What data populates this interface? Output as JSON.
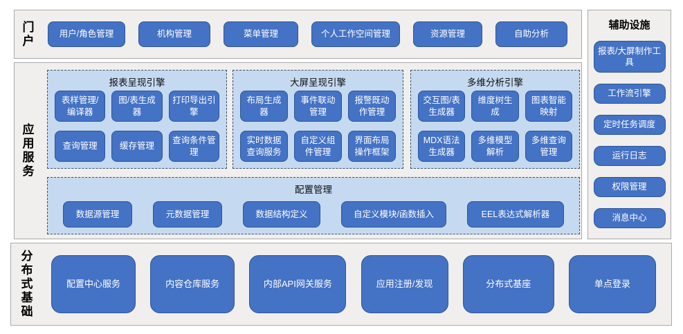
{
  "palette": {
    "button_blue": "#4472c4",
    "button_border": "#2f5597",
    "button_text": "#ffffff",
    "panel_light_blue": "#c5d9f1",
    "panel_dashed_border": "#3f4e66",
    "section_gray": "#f0efed",
    "section_border": "#a9a9a9",
    "label_text": "#000000"
  },
  "portal": {
    "label": "门户",
    "buttons": [
      "用户/角色管理",
      "机构管理",
      "菜单管理",
      "个人工作空间管理",
      "资源管理",
      "自助分析"
    ]
  },
  "app_services": {
    "label": "应用服务",
    "engines": [
      {
        "title": "报表呈现引擎",
        "buttons": [
          "表样管理/编译器",
          "图/表生成器",
          "打印导出引擎",
          "查询管理",
          "缓存管理",
          "查询条件管理"
        ]
      },
      {
        "title": "大屏呈现引擎",
        "buttons": [
          "布局生成器",
          "事件联动管理",
          "报警既动作管理",
          "实时数据查询服务",
          "自定义组件管理",
          "界面布局操作框架"
        ]
      },
      {
        "title": "多维分析引擎",
        "buttons": [
          "交互图/表生成器",
          "维度树生成",
          "图表智能映射",
          "MDX语法生成器",
          "多维模型解析",
          "多维查询管理"
        ]
      }
    ],
    "config": {
      "title": "配置管理",
      "buttons": [
        "数据源管理",
        "元数据管理",
        "数据结构定义",
        "自定义模块/函数插入",
        "EEL表达式解析器"
      ]
    }
  },
  "aux": {
    "title": "辅助设施",
    "buttons": [
      "报表/大屏制作工具",
      "工作流引擎",
      "定时任务调度",
      "运行日志",
      "权限管理",
      "消息中心"
    ]
  },
  "foundation": {
    "label": "分布式基础",
    "buttons": [
      "配置中心服务",
      "内容仓库服务",
      "内部API网关服务",
      "应用注册/发现",
      "分布式基座",
      "单点登录"
    ]
  }
}
